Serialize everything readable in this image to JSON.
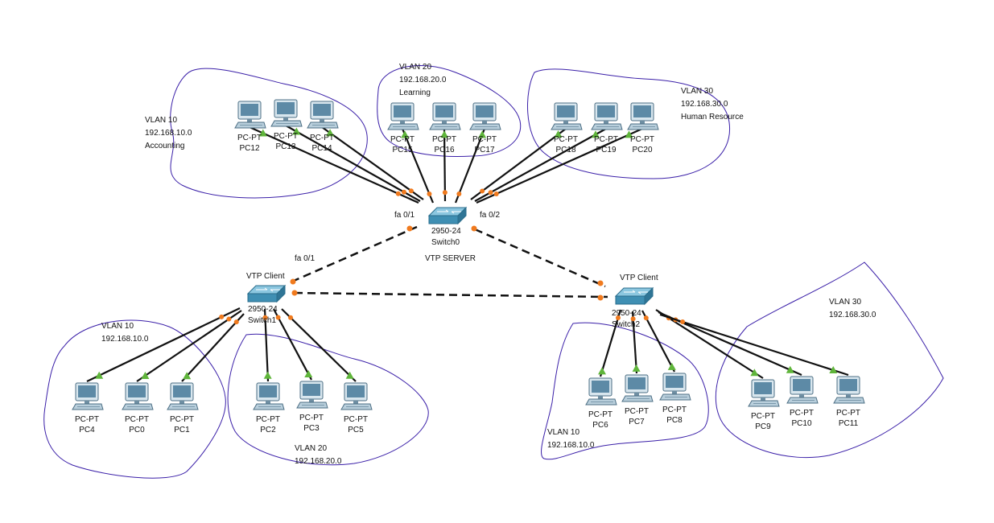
{
  "colors": {
    "cable": "#111111",
    "trunk": "#111111",
    "link_down": "#f07a1e",
    "link_up": "#5fb53a",
    "vlan_outline": "#3a1fa8",
    "switch_body": "#3f8fb3",
    "pc_body": "#7fa2b8"
  },
  "switches": [
    {
      "id": "sw0",
      "model": "2950-24",
      "name": "Switch0",
      "role": "VTP SERVER"
    },
    {
      "id": "sw1",
      "model": "2950-24",
      "name": "Switch1",
      "role": "VTP Client"
    },
    {
      "id": "sw2",
      "model": "2950-24",
      "name": "Switch2",
      "role": "VTP Client"
    }
  ],
  "port_labels": [
    {
      "id": "p1",
      "text": "fa 0/1"
    },
    {
      "id": "p2",
      "text": "fa 0/2"
    },
    {
      "id": "p3",
      "text": "fa 0/1"
    }
  ],
  "vlan_zones": [
    {
      "id": "z1",
      "lines": [
        "VLAN 10",
        "192.168.10.0",
        "Accounting"
      ]
    },
    {
      "id": "z2",
      "lines": [
        "VLAN 20",
        "192.168.20.0",
        "Learning"
      ]
    },
    {
      "id": "z3",
      "lines": [
        "VLAN 30",
        "192.168.30.0",
        "Human Resource"
      ]
    },
    {
      "id": "z4",
      "lines": [
        "VLAN 10",
        "192.168.10.0"
      ]
    },
    {
      "id": "z5",
      "lines": [
        "VLAN 20",
        "192.168.20.0"
      ]
    },
    {
      "id": "z6",
      "lines": [
        "VLAN 10",
        "192.168.10.0"
      ]
    },
    {
      "id": "z7",
      "lines": [
        "VLAN 30",
        "192.168.30.0"
      ]
    }
  ],
  "pcs": [
    {
      "name": "PC12",
      "model": "PC-PT",
      "switch": "sw0"
    },
    {
      "name": "PC13",
      "model": "PC-PT",
      "switch": "sw0"
    },
    {
      "name": "PC14",
      "model": "PC-PT",
      "switch": "sw0"
    },
    {
      "name": "PC15",
      "model": "PC-PT",
      "switch": "sw0"
    },
    {
      "name": "PC16",
      "model": "PC-PT",
      "switch": "sw0"
    },
    {
      "name": "PC17",
      "model": "PC-PT",
      "switch": "sw0"
    },
    {
      "name": "PC18",
      "model": "PC-PT",
      "switch": "sw0"
    },
    {
      "name": "PC19",
      "model": "PC-PT",
      "switch": "sw0"
    },
    {
      "name": "PC20",
      "model": "PC-PT",
      "switch": "sw0"
    },
    {
      "name": "PC4",
      "model": "PC-PT",
      "switch": "sw1"
    },
    {
      "name": "PC0",
      "model": "PC-PT",
      "switch": "sw1"
    },
    {
      "name": "PC1",
      "model": "PC-PT",
      "switch": "sw1"
    },
    {
      "name": "PC2",
      "model": "PC-PT",
      "switch": "sw1"
    },
    {
      "name": "PC3",
      "model": "PC-PT",
      "switch": "sw1"
    },
    {
      "name": "PC5",
      "model": "PC-PT",
      "switch": "sw1"
    },
    {
      "name": "PC6",
      "model": "PC-PT",
      "switch": "sw2"
    },
    {
      "name": "PC7",
      "model": "PC-PT",
      "switch": "sw2"
    },
    {
      "name": "PC8",
      "model": "PC-PT",
      "switch": "sw2"
    },
    {
      "name": "PC9",
      "model": "PC-PT",
      "switch": "sw2"
    },
    {
      "name": "PC10",
      "model": "PC-PT",
      "switch": "sw2"
    },
    {
      "name": "PC11",
      "model": "PC-PT",
      "switch": "sw2"
    }
  ],
  "trunks": [
    {
      "from": "sw0",
      "to": "sw1"
    },
    {
      "from": "sw0",
      "to": "sw2"
    },
    {
      "from": "sw1",
      "to": "sw2"
    }
  ]
}
